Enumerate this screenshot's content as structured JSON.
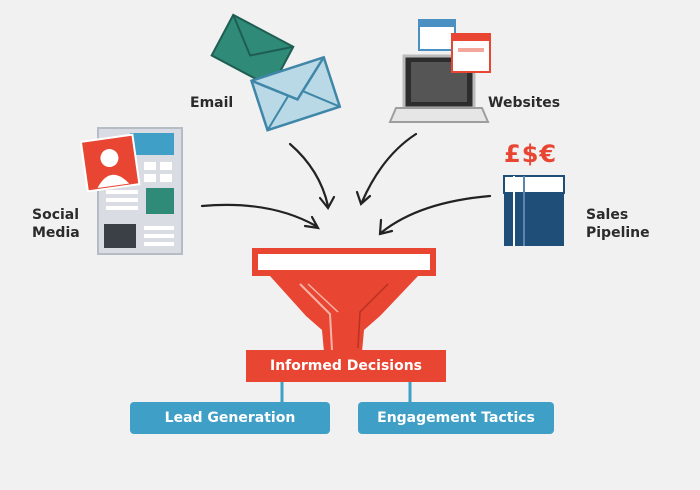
{
  "diagram": {
    "sources": {
      "email": "Email",
      "websites": "Websites",
      "social_line1": "Social",
      "social_line2": "Media",
      "sales_line1": "Sales",
      "sales_line2": "Pipeline",
      "currency": "£$€"
    },
    "funnel_output": "Informed Decisions",
    "outputs": {
      "left": "Lead Generation",
      "right": "Engagement Tactics"
    },
    "colors": {
      "funnel": "#e84632",
      "output_pill": "#3f9fc7",
      "email_dark": "#2f8a77",
      "email_light": "#b9d9e6",
      "sales_dark": "#1f4e79",
      "background": "#f1f1f1"
    }
  }
}
